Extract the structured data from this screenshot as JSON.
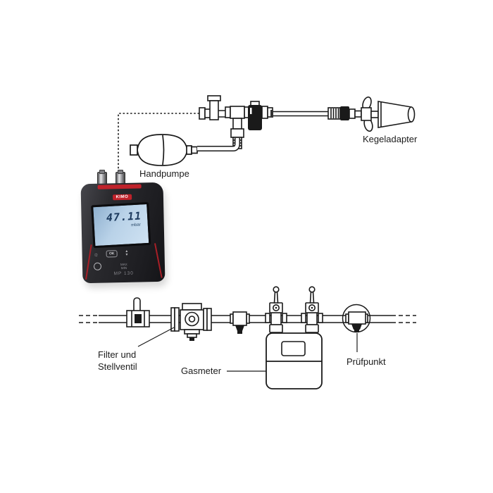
{
  "device": {
    "brand": "KIMO",
    "model": "MP 130",
    "display_value": "47.11",
    "display_unit": "mbar",
    "ok_button": "OK",
    "max_label": "MAX",
    "min_label": "MIN"
  },
  "icons": {
    "backlight": "☼",
    "up_arrow": "▲",
    "down_arrow": "▼"
  },
  "labels": {
    "hand_pump": "Handpumpe",
    "cone_adapter": "Kegeladapter",
    "filter_line1": "Filter und",
    "filter_line2": "Stellventil",
    "gas_meter": "Gasmeter",
    "test_point": "Prüfpunkt"
  },
  "colors": {
    "line": "#1a1a1a",
    "accent_red": "#c0222b",
    "screen_bg": "#b9d2e8",
    "screen_text": "#1c3a5e",
    "device_body": "#232327"
  }
}
